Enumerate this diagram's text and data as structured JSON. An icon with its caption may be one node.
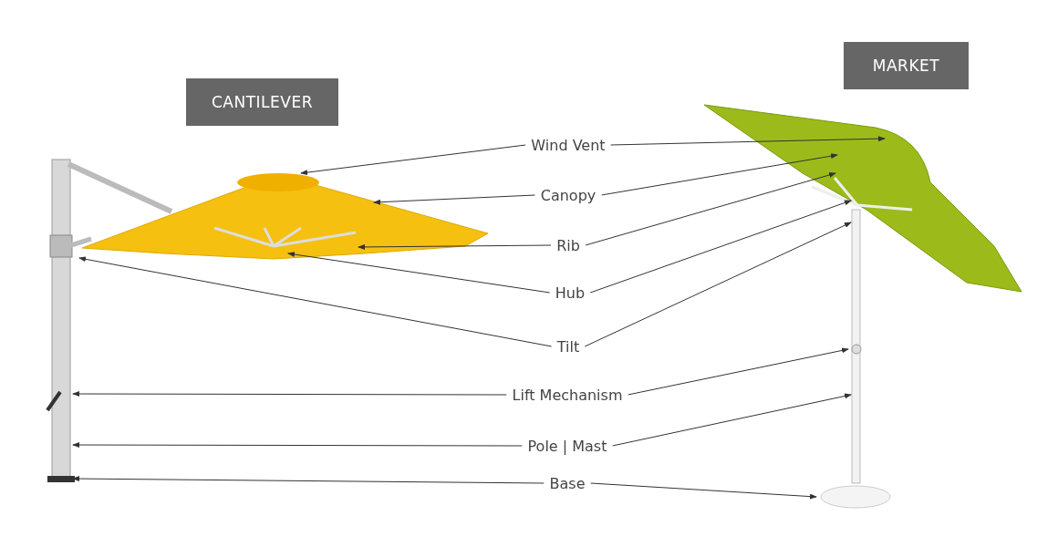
{
  "diagram": {
    "nodes": [
      {
        "text": [
          "CANTILEVER"
        ]
      },
      {
        "text": [
          "MARKET"
        ]
      },
      {
        "text": [
          "Wind Vent"
        ]
      },
      {
        "text": [
          "Canopy"
        ]
      },
      {
        "text": [
          "Rib"
        ]
      },
      {
        "text": [
          "Hub"
        ]
      },
      {
        "text": [
          "Tilt"
        ]
      },
      {
        "text": [
          "Lift Mechanism"
        ]
      },
      {
        "text": [
          "Pole | Mast"
        ]
      },
      {
        "text": [
          "Base"
        ]
      }
    ],
    "edges": [
      {
        "from": 2,
        "to": null,
        "arrow": "to"
      },
      {
        "from": 2,
        "to": null,
        "arrow": "to"
      },
      {
        "from": 3,
        "to": null,
        "arrow": "to"
      },
      {
        "from": 3,
        "to": null,
        "arrow": "to"
      },
      {
        "from": 4,
        "to": null,
        "arrow": "to"
      },
      {
        "from": 4,
        "to": null,
        "arrow": "to"
      },
      {
        "from": 5,
        "to": null,
        "arrow": "to"
      },
      {
        "from": 5,
        "to": null,
        "arrow": "to"
      },
      {
        "from": 6,
        "to": null,
        "arrow": "to"
      },
      {
        "from": 6,
        "to": null,
        "arrow": "to"
      },
      {
        "from": 7,
        "to": null,
        "arrow": "to"
      },
      {
        "from": 7,
        "to": null,
        "arrow": "to"
      },
      {
        "from": 8,
        "to": null,
        "arrow": "to"
      },
      {
        "from": 8,
        "to": null,
        "arrow": "to"
      },
      {
        "from": 9,
        "to": null,
        "arrow": "to"
      },
      {
        "from": 9,
        "to": null,
        "arrow": "to"
      }
    ]
  }
}
